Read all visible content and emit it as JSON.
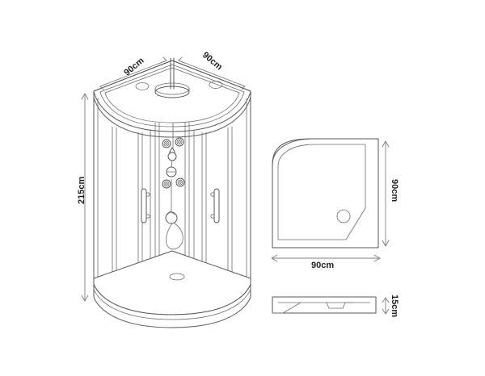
{
  "drawing": {
    "title": "Quadrant Shower Enclosure Technical Drawing",
    "background_color": "#ffffff",
    "line_color": "#555759",
    "dimension_line_color": "#7d7f81",
    "text_color": "#231f20",
    "views": [
      {
        "name": "isometric-enclosure",
        "label": "Shower enclosure isometric view"
      },
      {
        "name": "tray-plan",
        "label": "Shower tray plan view"
      },
      {
        "name": "tray-profile",
        "label": "Shower tray side profile view"
      }
    ]
  },
  "dimensions": {
    "enclosure_width_left": "90cm",
    "enclosure_width_right": "90cm",
    "enclosure_height": "215cm",
    "tray_depth": "90cm",
    "tray_width": "90cm",
    "tray_profile_height": "15cm"
  },
  "features": {
    "ceiling_shower_head": "overhead-shower-head",
    "ceiling_vent_left": "ceiling-vent-left",
    "ceiling_vent_right": "ceiling-vent-right",
    "body_jets_count": 4,
    "control_knobs_count": 2,
    "hand_shower": "hand-shower-with-hose",
    "door_handle_left": "door-handle-left",
    "door_handle_right": "door-handle-right",
    "tray_waste": "tray-drain-waste"
  }
}
